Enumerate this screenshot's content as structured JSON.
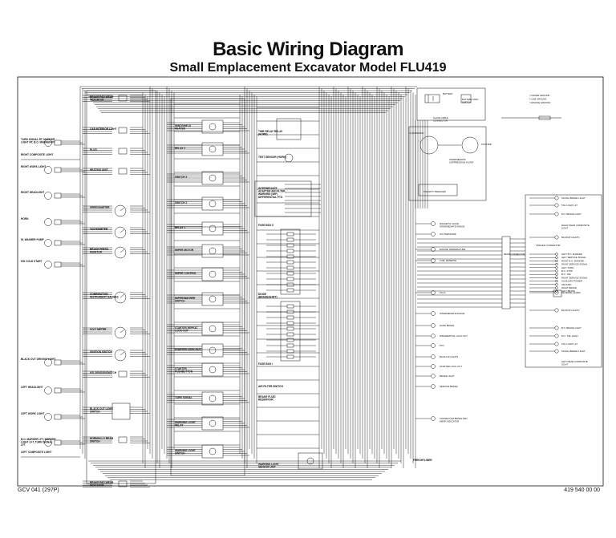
{
  "title": "Basic Wiring Diagram",
  "subtitle": "Small Emplacement Excavator Model FLU419",
  "footer_left": "GCV 041  (297P)",
  "footer_right": "419 540 00 00",
  "left_labels": [
    "TURN SIGNAL RT, MARKER LIGHT RT, B.O. MARKER RT",
    "RIGHT COMPOSITE LIGHT",
    "RIGHT WORK LIGHT",
    "RIGHT HEADLIGHT",
    "HORN",
    "W. WASHER PUMP",
    "KSI COLD START",
    "BLACK OUT DRIVING LIGHT",
    "LEFT HEADLIGHT",
    "LEFT WORK LIGHT",
    "B.O. MARKER LFT, MARKER LIGHT LFT, TURN SIGNAL LFT",
    "LEFT COMPOSITE LIGHT"
  ],
  "col2_labels": [
    "BRAKE PAD WEAR INDICATOR",
    "CAB INTERIOR LIGHT",
    "PLUG",
    "HEATING UNIT",
    "SPEEDOMETER",
    "TACHOMETER",
    "BRAKE PRESS. MONITOR",
    "COMBINATION INSTRUMENT GAUGES",
    "VOLT METER",
    "IGNITION SWITCH",
    "KSI SENSOR/SWITCH",
    "BLACK OUT LIGHT SWITCH",
    "HORN/HI-LO BEAM SWITCH",
    "BRAKE PAD WEAR INDICATOR"
  ],
  "col3_labels": [
    "WINDSHIELD HEATER",
    "RELAY 2",
    "SWITCH 3",
    "SWITCH 2",
    "RELAY 1",
    "WIPER MOTOR",
    "WIPER CONTROL",
    "WIPER/WASHER SWITCH",
    "STARTER REPEAT LOCK-OUT",
    "STARTER LOCK-OUT",
    "STARTER PUSHBUTTON",
    "TURN SIGNAL",
    "WARNING LIGHT RELAY",
    "WARNING LIGHT SWITCH"
  ],
  "center_labels": [
    "TIME RELAY RELAY (HORN)",
    "TEST SENSOR (HORN)",
    "INTERMEDIATE ADAPTER AIR FILTER WARNING (WIF) DIFFERENTIAL PTO",
    "FUSE BOX II",
    "DIODE (BRAKE/SHIFT)",
    "FUSE BOX I",
    "AIR FILTER SWITCH",
    "BRAKE FLUID RESERVOIR",
    "WARNING LIGHT SENSOR UNIT",
    "FREIGHTLINER"
  ],
  "right_center_labels": [
    "MAGNETIC VALVE INTERMEDIATE RANGE",
    "OIL PRESSURE",
    "ENGINE TEMPERATURE",
    "FUEL RESERVE",
    "PLUG",
    "INTERMEDIATE RANGE",
    "HAND BRAKE",
    "DIFFERENTIAL LOCK-OUT",
    "PTO",
    "BACK-UP LIGHTS",
    "STARTER LOCK-OUT",
    "BRAKE LIGHT",
    "SERVICE BRAKE",
    "CONNECTOR BRAKE PAD WEAR INDICATOR"
  ],
  "top_right_labels": [
    "BATTERY",
    "BATTERY MAIN SWITCH",
    "SLAVE CABLE CONNECTOR",
    "ALTERNATOR",
    "INTERMEDIATE SUPPRESSION FILTER",
    "STARTER",
    "POLARITY BREAKER",
    "= FRAME GROUND",
    "= CAB GROUND",
    "= ENGINE GROUND"
  ],
  "rear_labels": [
    "SIGNAL BRAKE LIGHT",
    "TAIL LIGHT LFT",
    "B.O. BRAKE LIGHT",
    "RIGHT REAR COMPOSITE LIGHT",
    "BACKUP LIGHTS",
    "TRAILER CONNECTOR",
    "REAR CONNECTOR",
    "REVERSE ALARM",
    "BACKUP LIGHTS",
    "B.O. BRAKE LIGHT",
    "B.O. TAIL LIGHT",
    "TAIL LIGHT LFT",
    "SIGNAL BRAKE LIGHT",
    "LEFT REAR COMPOSITE LIGHT"
  ],
  "trailer_labels": [
    "LEFT B.O. MARKER",
    "LEFT SERVICE SIGNAL",
    "RIGHT B.O. MARKER",
    "RIGHT SERVICE SIGNAL",
    "LEFT TURN",
    "B.O. STOP",
    "B.O. TAIL",
    "RIGHT SERVICE SIGNAL",
    "AUXILIARY POWER",
    "GROUND",
    "RIGHT BRAKE",
    "LEFT BRAKE"
  ]
}
